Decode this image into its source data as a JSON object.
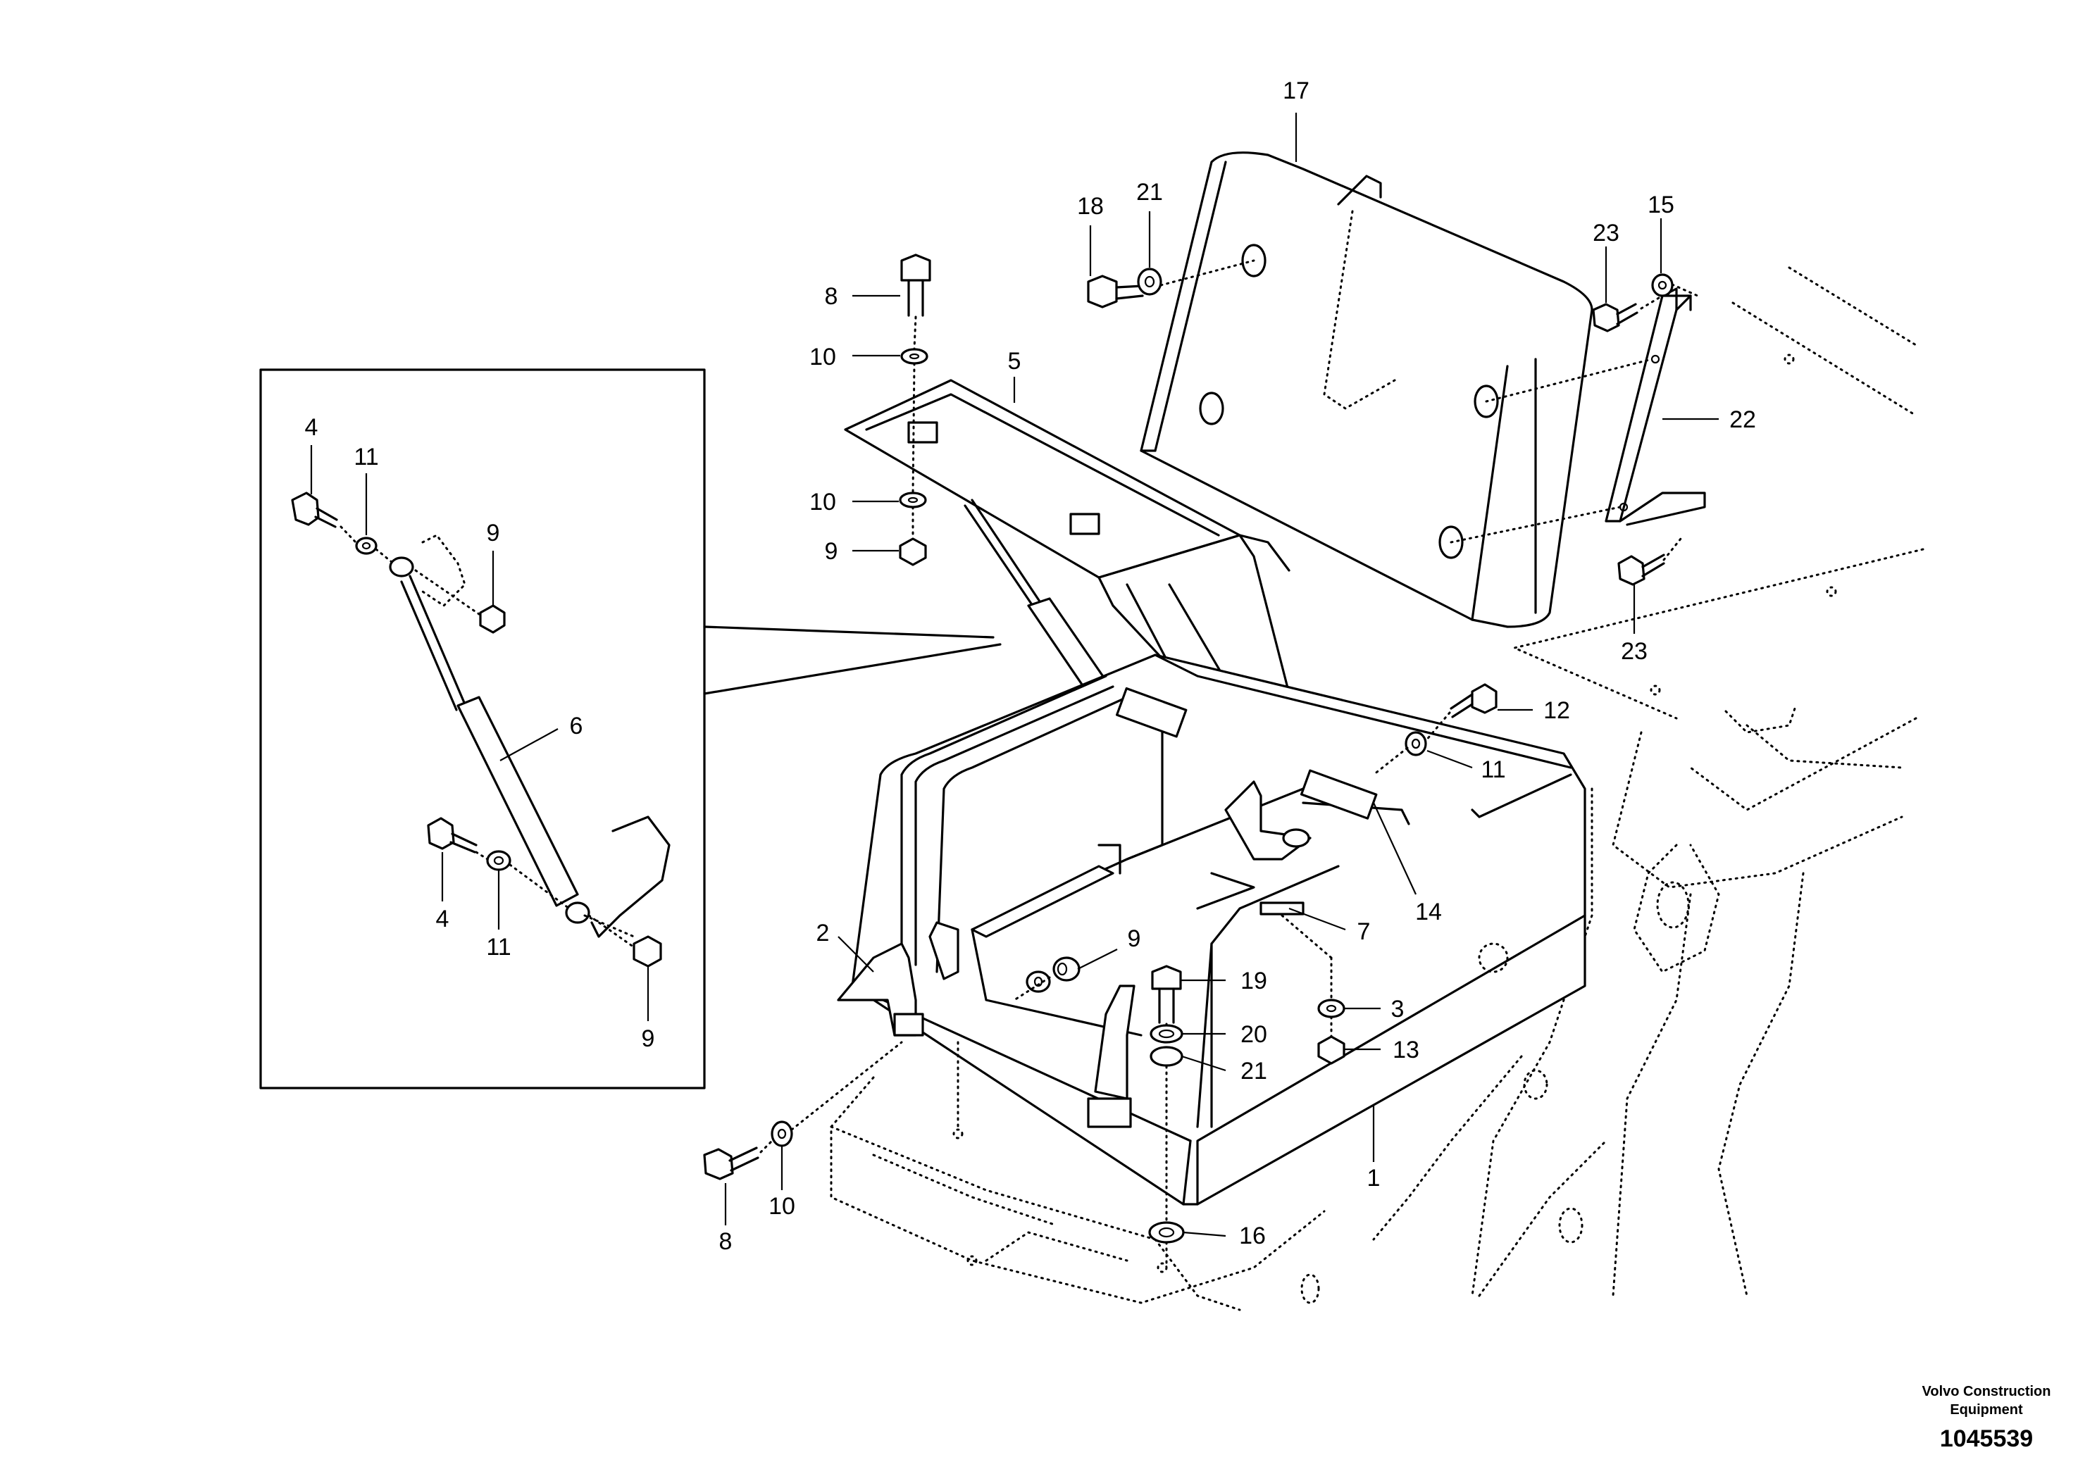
{
  "callouts": [
    {
      "id": "c17a",
      "text": "17"
    },
    {
      "id": "c18",
      "text": "18"
    },
    {
      "id": "c21a",
      "text": "21"
    },
    {
      "id": "c23a",
      "text": "23"
    },
    {
      "id": "c15",
      "text": "15"
    },
    {
      "id": "c8a",
      "text": "8"
    },
    {
      "id": "c10a",
      "text": "10"
    },
    {
      "id": "c5",
      "text": "5"
    },
    {
      "id": "c10b",
      "text": "10"
    },
    {
      "id": "c9a",
      "text": "9"
    },
    {
      "id": "c22",
      "text": "22"
    },
    {
      "id": "c23b",
      "text": "23"
    },
    {
      "id": "c4a",
      "text": "4"
    },
    {
      "id": "c11a",
      "text": "11"
    },
    {
      "id": "c9b",
      "text": "9"
    },
    {
      "id": "c6",
      "text": "6"
    },
    {
      "id": "c4b",
      "text": "4"
    },
    {
      "id": "c11b",
      "text": "11"
    },
    {
      "id": "c9c",
      "text": "9"
    },
    {
      "id": "c12",
      "text": "12"
    },
    {
      "id": "c11c",
      "text": "11"
    },
    {
      "id": "c14",
      "text": "14"
    },
    {
      "id": "c7",
      "text": "7"
    },
    {
      "id": "c2",
      "text": "2"
    },
    {
      "id": "c9d",
      "text": "9"
    },
    {
      "id": "c19",
      "text": "19"
    },
    {
      "id": "c20",
      "text": "20"
    },
    {
      "id": "c21b",
      "text": "21"
    },
    {
      "id": "c3",
      "text": "3"
    },
    {
      "id": "c13",
      "text": "13"
    },
    {
      "id": "c1",
      "text": "1"
    },
    {
      "id": "c8b",
      "text": "8"
    },
    {
      "id": "c10c",
      "text": "10"
    },
    {
      "id": "c16",
      "text": "16"
    }
  ],
  "brand": {
    "line1": "Volvo Construction",
    "line2": "Equipment",
    "code": "1045539"
  }
}
